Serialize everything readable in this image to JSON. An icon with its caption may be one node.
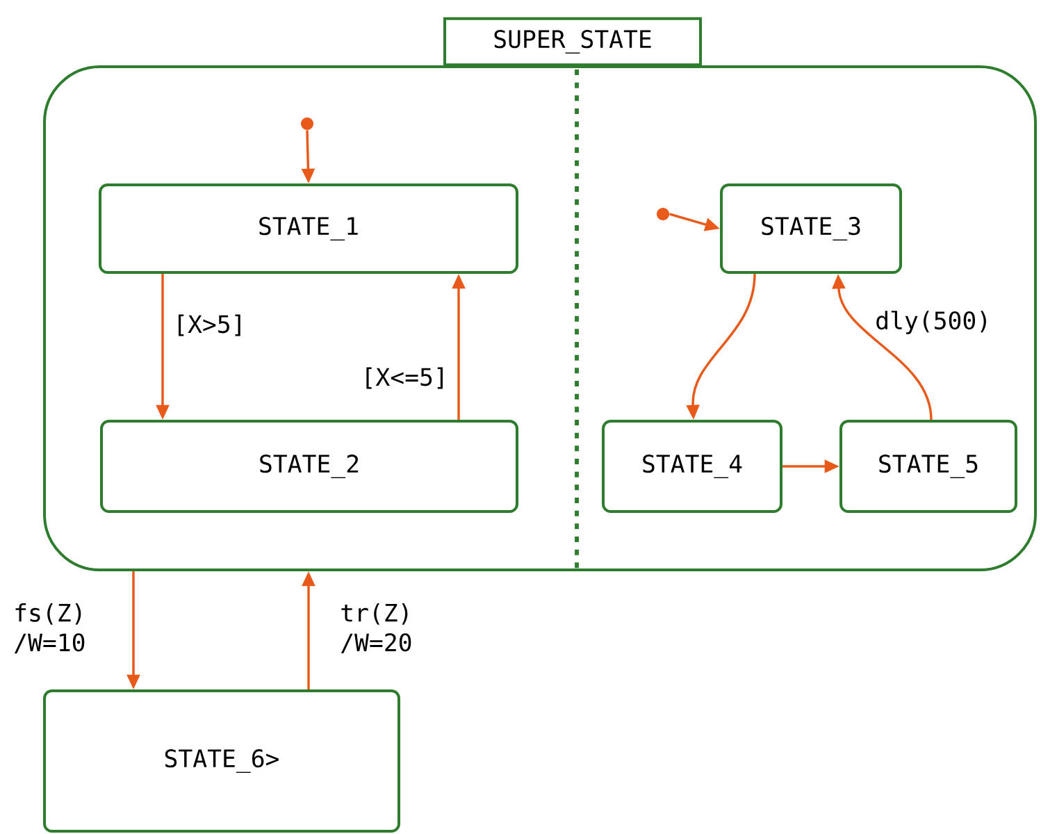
{
  "diagram": {
    "nodes": [
      {
        "text": [
          "SUPER_STATE"
        ]
      },
      {
        "text": [],
        "shape": "circle",
        "in": 0
      },
      {
        "text": [
          "STATE_1"
        ],
        "in": 0
      },
      {
        "text": [],
        "shape": "circle",
        "in": 0
      },
      {
        "text": [
          "STATE_3"
        ],
        "in": 0
      },
      {
        "text": [
          "STATE_2"
        ],
        "in": 0
      },
      {
        "text": [
          "STATE_4"
        ],
        "in": 0
      },
      {
        "text": [
          "STATE_5"
        ],
        "in": 0
      },
      {
        "text": [
          "STATE_6>"
        ]
      }
    ],
    "edges": [
      {
        "from": 1,
        "to": 2,
        "arrow": "to"
      },
      {
        "from": 3,
        "to": 4,
        "arrow": "to"
      },
      {
        "from": 2,
        "to": 5,
        "arrow": "to",
        "label": "[X>5]"
      },
      {
        "from": 5,
        "to": 2,
        "arrow": "to",
        "label": "[X<=5]"
      },
      {
        "from": 4,
        "to": 6,
        "arrow": "to"
      },
      {
        "from": 6,
        "to": 7,
        "arrow": "to"
      },
      {
        "from": 7,
        "to": 4,
        "arrow": "to",
        "label": "dly(500)"
      },
      {
        "from": 0,
        "to": 8,
        "arrow": "to",
        "label": "fs(Z) /W=10"
      },
      {
        "from": 8,
        "to": 0,
        "arrow": "to",
        "label": "tr(Z) /W=20"
      }
    ]
  }
}
